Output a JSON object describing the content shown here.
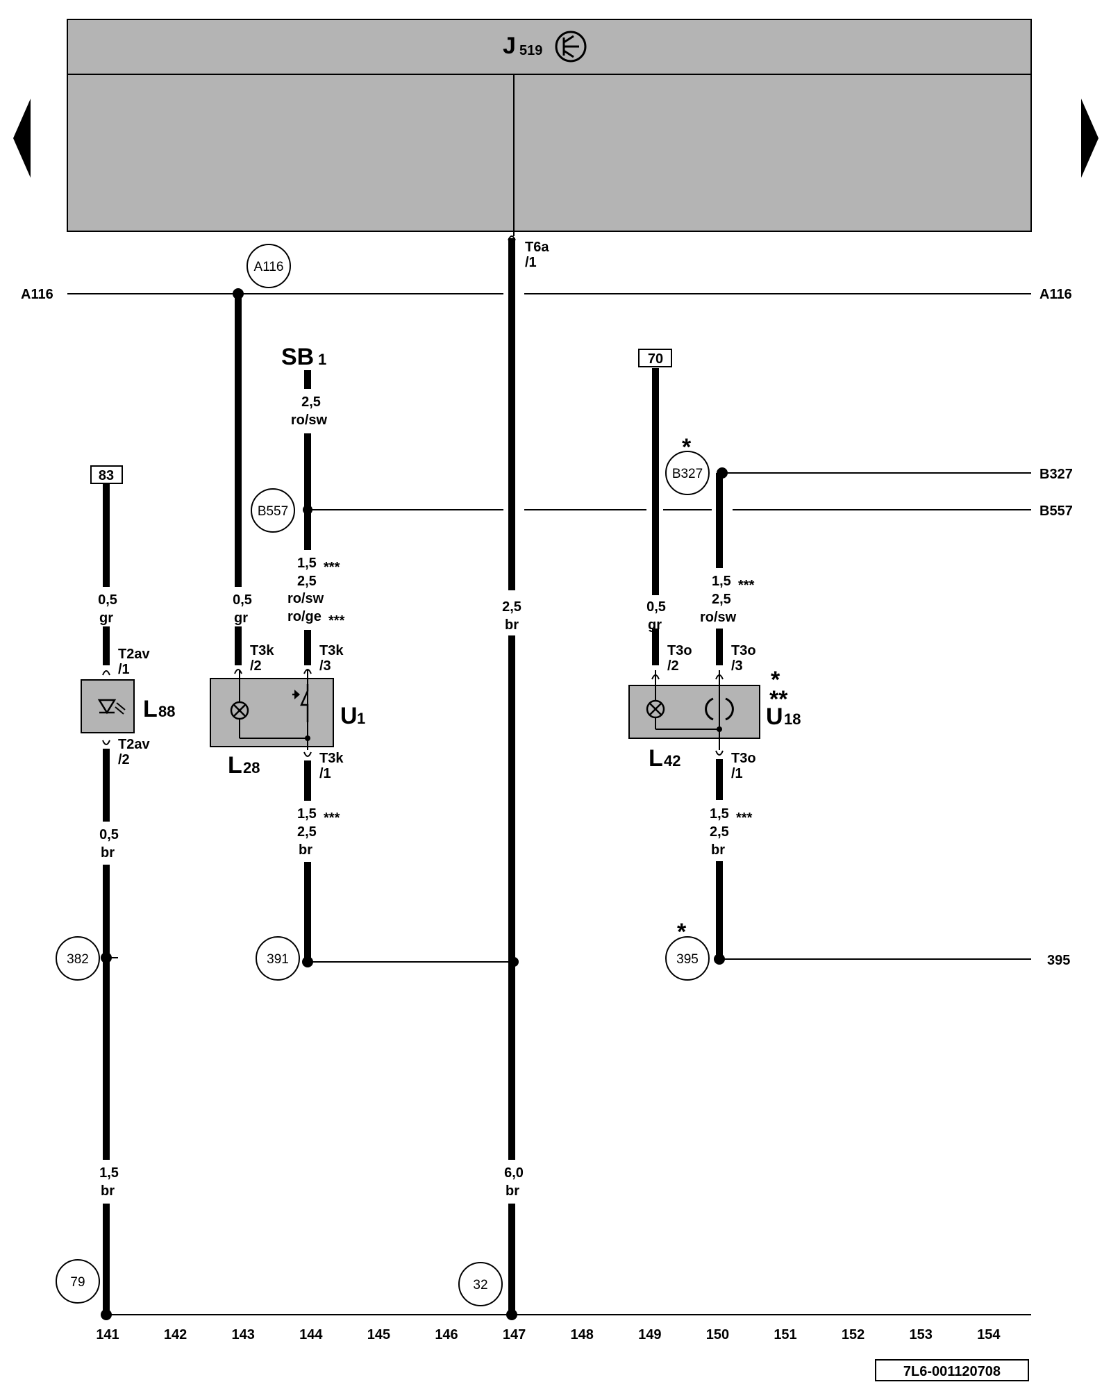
{
  "control_unit": {
    "name": "J",
    "sub": "519"
  },
  "lines": {
    "a116": "A116",
    "b327": "B327",
    "b557": "B557",
    "n395": "395"
  },
  "boxed_refs": {
    "r83": "83",
    "r70": "70"
  },
  "fuse": {
    "name": "SB",
    "sub": "1"
  },
  "circles": {
    "a116": "A116",
    "b557": "B557",
    "b327": "B327",
    "c382": "382",
    "c391": "391",
    "c395": "395",
    "c79": "79",
    "c32": "32"
  },
  "connectors": {
    "t6a_1": "T6a",
    "t6a_1b": "/1",
    "t2av_1": "T2av",
    "t2av_1b": "/1",
    "t2av_2": "T2av",
    "t2av_2b": "/2",
    "t3k_2": "T3k",
    "t3k_2b": "/2",
    "t3k_3": "T3k",
    "t3k_3b": "/3",
    "t3k_1": "T3k",
    "t3k_1b": "/1",
    "t3o_2": "T3o",
    "t3o_2b": "/2",
    "t3o_3": "T3o",
    "t3o_3b": "/3",
    "t3o_1": "T3o",
    "t3o_1b": "/1"
  },
  "wires": {
    "sb1_a": "2,5",
    "sb1_b": "ro/sw",
    "j519_a": "2,5",
    "j519_b": "br",
    "w83_a": "0,5",
    "w83_b": "gr",
    "w143_a": "0,5",
    "w143_b": "gr",
    "u1in_a": "1,5",
    "u1in_star": "***",
    "u1in_b": "2,5",
    "u1in_c": "ro/sw",
    "u1in_d": "ro/ge",
    "u1in_star2": "***",
    "w70_a": "0,5",
    "w70_b": "gr",
    "u18in_a": "1,5",
    "u18in_star": "***",
    "u18in_b": "2,5",
    "u18in_c": "ro/sw",
    "l88out_a": "0,5",
    "l88out_b": "br",
    "u1out_a": "1,5",
    "u1out_star": "***",
    "u1out_b": "2,5",
    "u1out_c": "br",
    "u18out_a": "1,5",
    "u18out_star": "***",
    "u18out_b": "2,5",
    "u18out_c": "br",
    "g141_a": "1,5",
    "g141_b": "br",
    "g147_a": "6,0",
    "g147_b": "br"
  },
  "components": {
    "l88": {
      "name": "L",
      "sub": "88"
    },
    "l28": {
      "name": "L",
      "sub": "28"
    },
    "u1": {
      "name": "U",
      "sub": "1"
    },
    "l42": {
      "name": "L",
      "sub": "42"
    },
    "u18": {
      "name": "U",
      "sub": "18"
    }
  },
  "stars": {
    "b327": "*",
    "u18a": "*",
    "u18b": "**",
    "c395": "*"
  },
  "tracks": [
    "141",
    "142",
    "143",
    "144",
    "145",
    "146",
    "147",
    "148",
    "149",
    "150",
    "151",
    "152",
    "153",
    "154"
  ],
  "doc_id": "7L6-001120708"
}
